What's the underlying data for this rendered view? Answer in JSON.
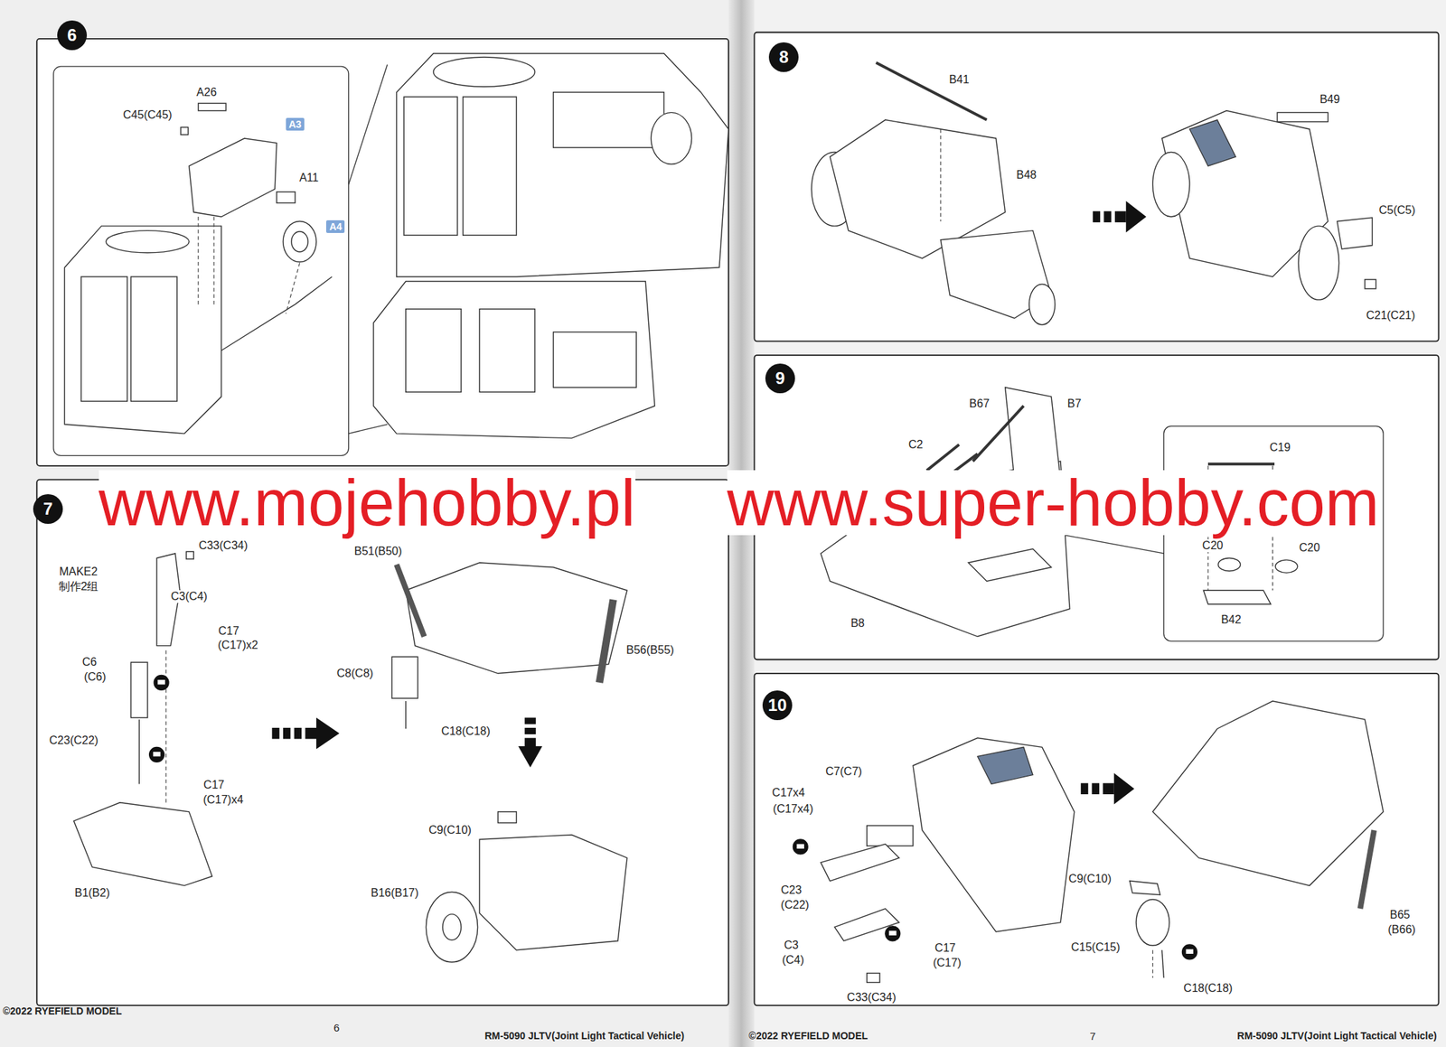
{
  "diagram": {
    "nodes": [
      {
        "text": [
          "6"
        ]
      },
      {
        "text": [
          "A3"
        ]
      },
      {
        "text": [
          "A4"
        ]
      },
      {
        "text": [
          "7"
        ]
      },
      {
        "text": [
          "8"
        ]
      },
      {
        "text": [
          "9"
        ]
      },
      {
        "text": [
          "10"
        ]
      }
    ],
    "labels": [
      "A26",
      "C45(C45)",
      "A11",
      "MAKE2",
      "制作2组",
      "C33(C34)",
      "C3(C4)",
      "C17",
      "(C17)x2",
      "C6",
      "(C6)",
      "C23(C22)",
      "C17",
      "(C17)x4",
      "B1(B2)",
      "B51(B50)",
      "B56(B55)",
      "C8(C8)",
      "C18(C18)",
      "C9(C10)",
      "B16(B17)",
      "B41",
      "B48",
      "B49",
      "C5(C5)",
      "C21(C21)",
      "B67",
      "B7",
      "C2",
      "B8",
      "C19",
      "C20",
      "C20",
      "B42",
      "C7(C7)",
      "C17x4",
      "(C17x4)",
      "C23",
      "(C22)",
      "C3",
      "(C4)",
      "C17",
      "(C17)",
      "C33(C34)",
      "C9(C10)",
      "C15(C15)",
      "C18(C18)",
      "B65",
      "(B66)",
      "www.mojehobby.pl",
      "www.super-hobby.com",
      "©2022 RYEFIELD MODEL",
      "6",
      "RM-5090 JLTV(Joint Light Tactical Vehicle)",
      "©2022 RYEFIELD MODEL",
      "7",
      "RM-5090 JLTV(Joint Light Tactical Vehicle)"
    ]
  }
}
